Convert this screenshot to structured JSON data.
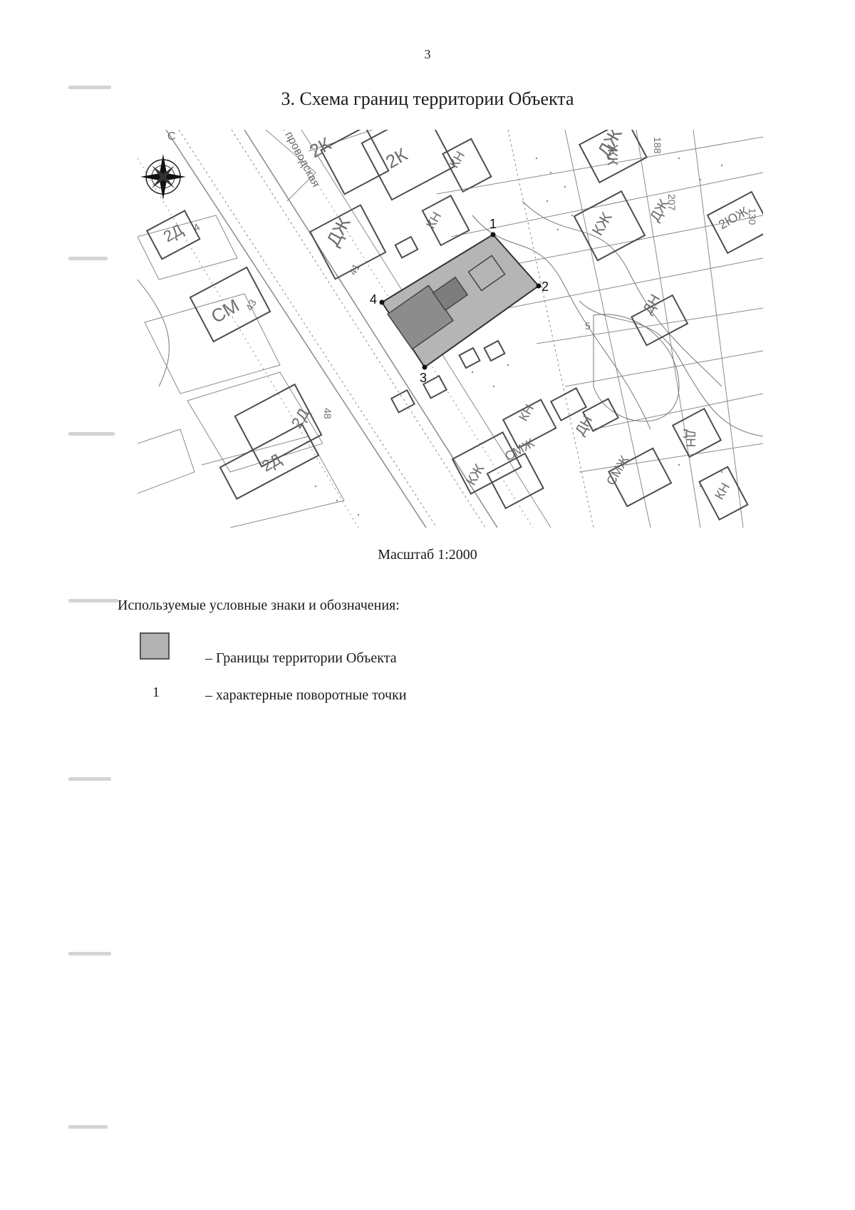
{
  "page": {
    "number": "3"
  },
  "document": {
    "title": "3. Схема границ территории Объекта"
  },
  "map": {
    "north_label": "С",
    "boundary_points": [
      "1",
      "2",
      "3",
      "4"
    ],
    "zone_labels": [
      "2К",
      "2К",
      "КН",
      "ДЖ",
      "2Д",
      "СМ",
      "ДЖ",
      "КН",
      "КН",
      "ДН",
      "ДН",
      "ДН",
      "2Д",
      "2Д",
      "КЖ",
      "СМЖ",
      "КЖ",
      "СМЖ",
      "КН",
      "ЖК",
      "2ЮЖ",
      "ДЖ"
    ],
    "number_labels": [
      "4",
      "41",
      "43",
      "48",
      "5",
      "188",
      "207",
      "130"
    ],
    "street_label": "проводская",
    "colors": {
      "boundary_fill": "#b5b5b5",
      "boundary_stroke": "#333333",
      "buildings": "#555555"
    }
  },
  "scale": {
    "text": "Масштаб 1:2000"
  },
  "legend": {
    "title": "Используемые условные знаки и обозначения:",
    "items": [
      {
        "symbol": "swatch",
        "text": "– Границы территории Объекта"
      },
      {
        "symbol": "1",
        "text": "– характерные поворотные точки"
      }
    ]
  }
}
